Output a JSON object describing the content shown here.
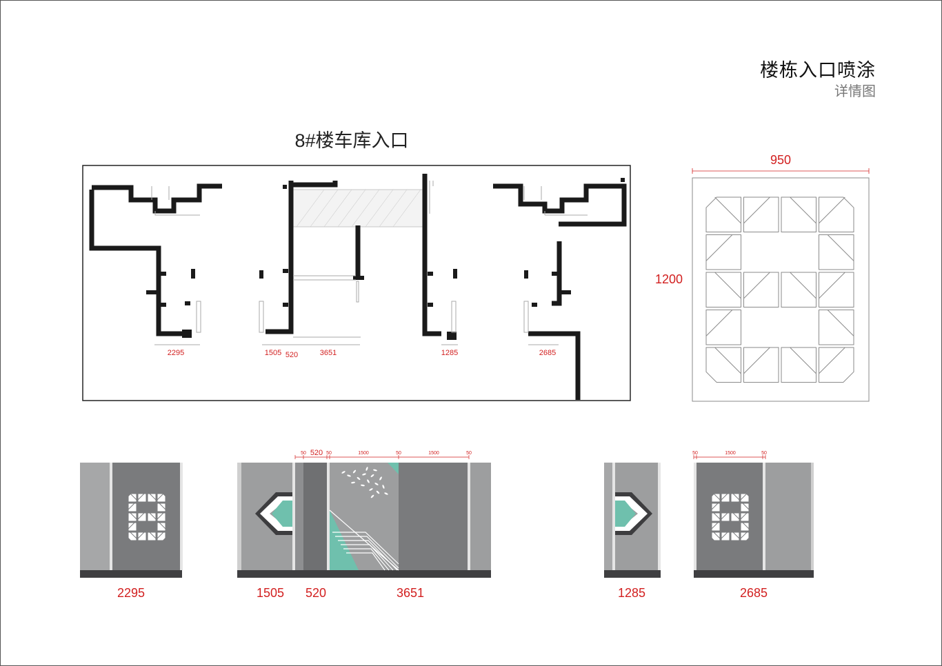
{
  "title": {
    "main": "楼栋入口喷涂",
    "sub": "详情图"
  },
  "plan": {
    "title": "8#楼车库入口",
    "dims": [
      "2295",
      "1505",
      "520",
      "3651",
      "1285",
      "2685"
    ]
  },
  "pattern": {
    "width": "950",
    "height": "1200"
  },
  "elevations": {
    "labels": [
      "2295",
      "1505",
      "520",
      "3651",
      "1285",
      "2685"
    ],
    "small_dims": {
      "d50": "50",
      "d520": "520",
      "d1500": "1500"
    }
  },
  "colors": {
    "wall_dark": "#7a7b7d",
    "wall_light": "#9d9e9f",
    "accent": "#6fc0ad",
    "base": "#3f3f41",
    "dim": "#d21f1f"
  }
}
